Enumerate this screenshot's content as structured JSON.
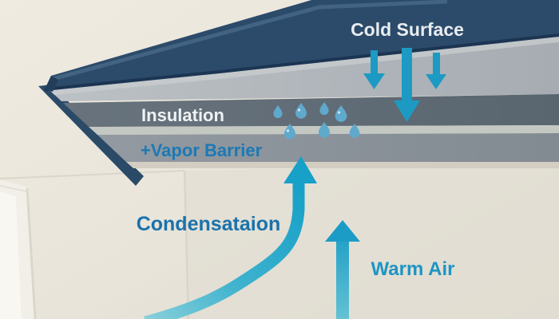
{
  "labels": {
    "cold_surface": "Cold Surface",
    "insulation": "Insulation",
    "vapor_barrier": "+Vapor Barrier",
    "condensation": "Condensataion",
    "warm_air": "Warm Air"
  },
  "colors": {
    "beam_navy": "#2C4B6A",
    "beam_edge_dark": "#1B3552",
    "panel_light_gray": "#A9AFB4",
    "insulation_gray": "#5D6873",
    "membrane_light_strip": "#C4C8C2",
    "vapor_barrier_gray": "#878F96",
    "arrow_teal": "#1D9AC4",
    "arrow_teal_light": "#8AD0DA",
    "droplet_blue": "#5FA9CD",
    "label_blue_vapor": "#1B79B5",
    "label_blue_condensation": "#1A72AC",
    "label_blue_warm": "#1E95C5",
    "label_white": "#E9EDF1",
    "wall_beige": "#E9E5DB"
  },
  "icons": {
    "droplet": "water-droplet-icon",
    "cold_arrow": "cold-air-arrow-icon",
    "warm_arrow": "warm-air-arrow-icon",
    "condensation_arrow": "condensation-flow-arrow-icon"
  },
  "droplet_count": 7
}
